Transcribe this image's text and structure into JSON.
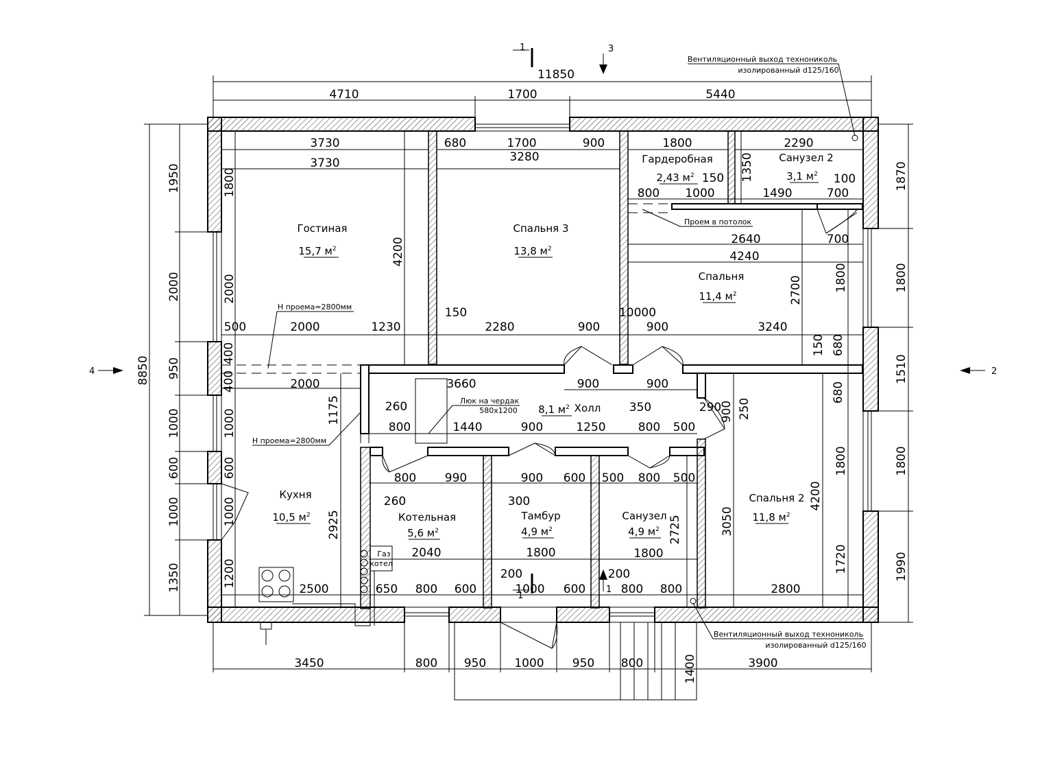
{
  "drawing": {
    "rooms": [
      {
        "id": "gostinaya",
        "name": "Гостиная",
        "area": "15,7 м",
        "sup": "2"
      },
      {
        "id": "spalnya3",
        "name": "Спальня 3",
        "area": "13,8 м",
        "sup": "2"
      },
      {
        "id": "garderobnaya",
        "name": "Гардеробная",
        "area": "2,43 м",
        "sup": "2"
      },
      {
        "id": "sanuzel2",
        "name": "Санузел 2",
        "area": "3,1 м",
        "sup": "2"
      },
      {
        "id": "spalnya",
        "name": "Спальня",
        "area": "11,4 м",
        "sup": "2"
      },
      {
        "id": "holl",
        "name": "Холл",
        "area": "8,1 м",
        "sup": "2"
      },
      {
        "id": "kuhnya",
        "name": "Кухня",
        "area": "10,5 м",
        "sup": "2"
      },
      {
        "id": "kotelnaya",
        "name": "Котельная",
        "area": "5,6 м",
        "sup": "2"
      },
      {
        "id": "tambur",
        "name": "Тамбур",
        "area": "4,9 м",
        "sup": "2"
      },
      {
        "id": "sanuzel",
        "name": "Санузел",
        "area": "4,9 м",
        "sup": "2"
      },
      {
        "id": "spalnya2",
        "name": "Спальня 2",
        "area": "11,8 м",
        "sup": "2"
      }
    ],
    "notes": {
      "vent_top_1": "Вентиляционный выход технониколь",
      "vent_top_2": "изолированный d125/160",
      "vent_bottom_1": "Вентиляционный выход технониколь",
      "vent_bottom_2": "изолированный d125/160",
      "opening_ceiling": "Проем в потолок",
      "hatch_1": "Люк на чердак",
      "hatch_2": "580х1200",
      "h_opening_top": "Н проема=2800мм",
      "h_opening_bottom": "Н проема=2800мм",
      "boiler_1": "Газ",
      "boiler_2": "котел"
    },
    "section_marks": {
      "top_1": "1",
      "top_3": "3",
      "left_4": "4",
      "right_2": "2",
      "bottom_1a": "1",
      "bottom_1b": "1"
    },
    "dims_top": [
      "11850",
      "4710",
      "1700",
      "5440"
    ],
    "dims_bottom": [
      "3450",
      "800",
      "950",
      "1000",
      "950",
      "800",
      "1400",
      "3900"
    ],
    "dims_left": [
      "8850",
      "1950",
      "2000",
      "950",
      "1000",
      "600",
      "1000",
      "1350"
    ],
    "dims_right": [
      "1870",
      "1800",
      "1510",
      "1800",
      "1990"
    ],
    "dims_inner_h": [
      "3730",
      "680",
      "1700",
      "900",
      "1800",
      "2290",
      "3730",
      "3280",
      "150",
      "1000",
      "1490",
      "100",
      "700",
      "800",
      "2640",
      "700",
      "4240",
      "500",
      "2000",
      "1230",
      "150",
      "2280",
      "900",
      "10000",
      "900",
      "3240",
      "2000",
      "3660",
      "900",
      "900",
      "350",
      "290",
      "260",
      "800",
      "1440",
      "900",
      "1250",
      "800",
      "500",
      "800",
      "990",
      "900",
      "600",
      "500",
      "800",
      "500",
      "260",
      "300",
      "2040",
      "1800",
      "1800",
      "2500",
      "650",
      "800",
      "600",
      "200",
      "1000",
      "600",
      "200",
      "800",
      "800",
      "2800"
    ],
    "dims_inner_v": [
      "1800",
      "4200",
      "1350",
      "2000",
      "400",
      "400",
      "1000",
      "600",
      "1000",
      "1200",
      "1175",
      "2925",
      "2700",
      "1800",
      "150",
      "680",
      "680",
      "250",
      "900",
      "3050",
      "2725",
      "4200",
      "1800",
      "1720"
    ]
  }
}
